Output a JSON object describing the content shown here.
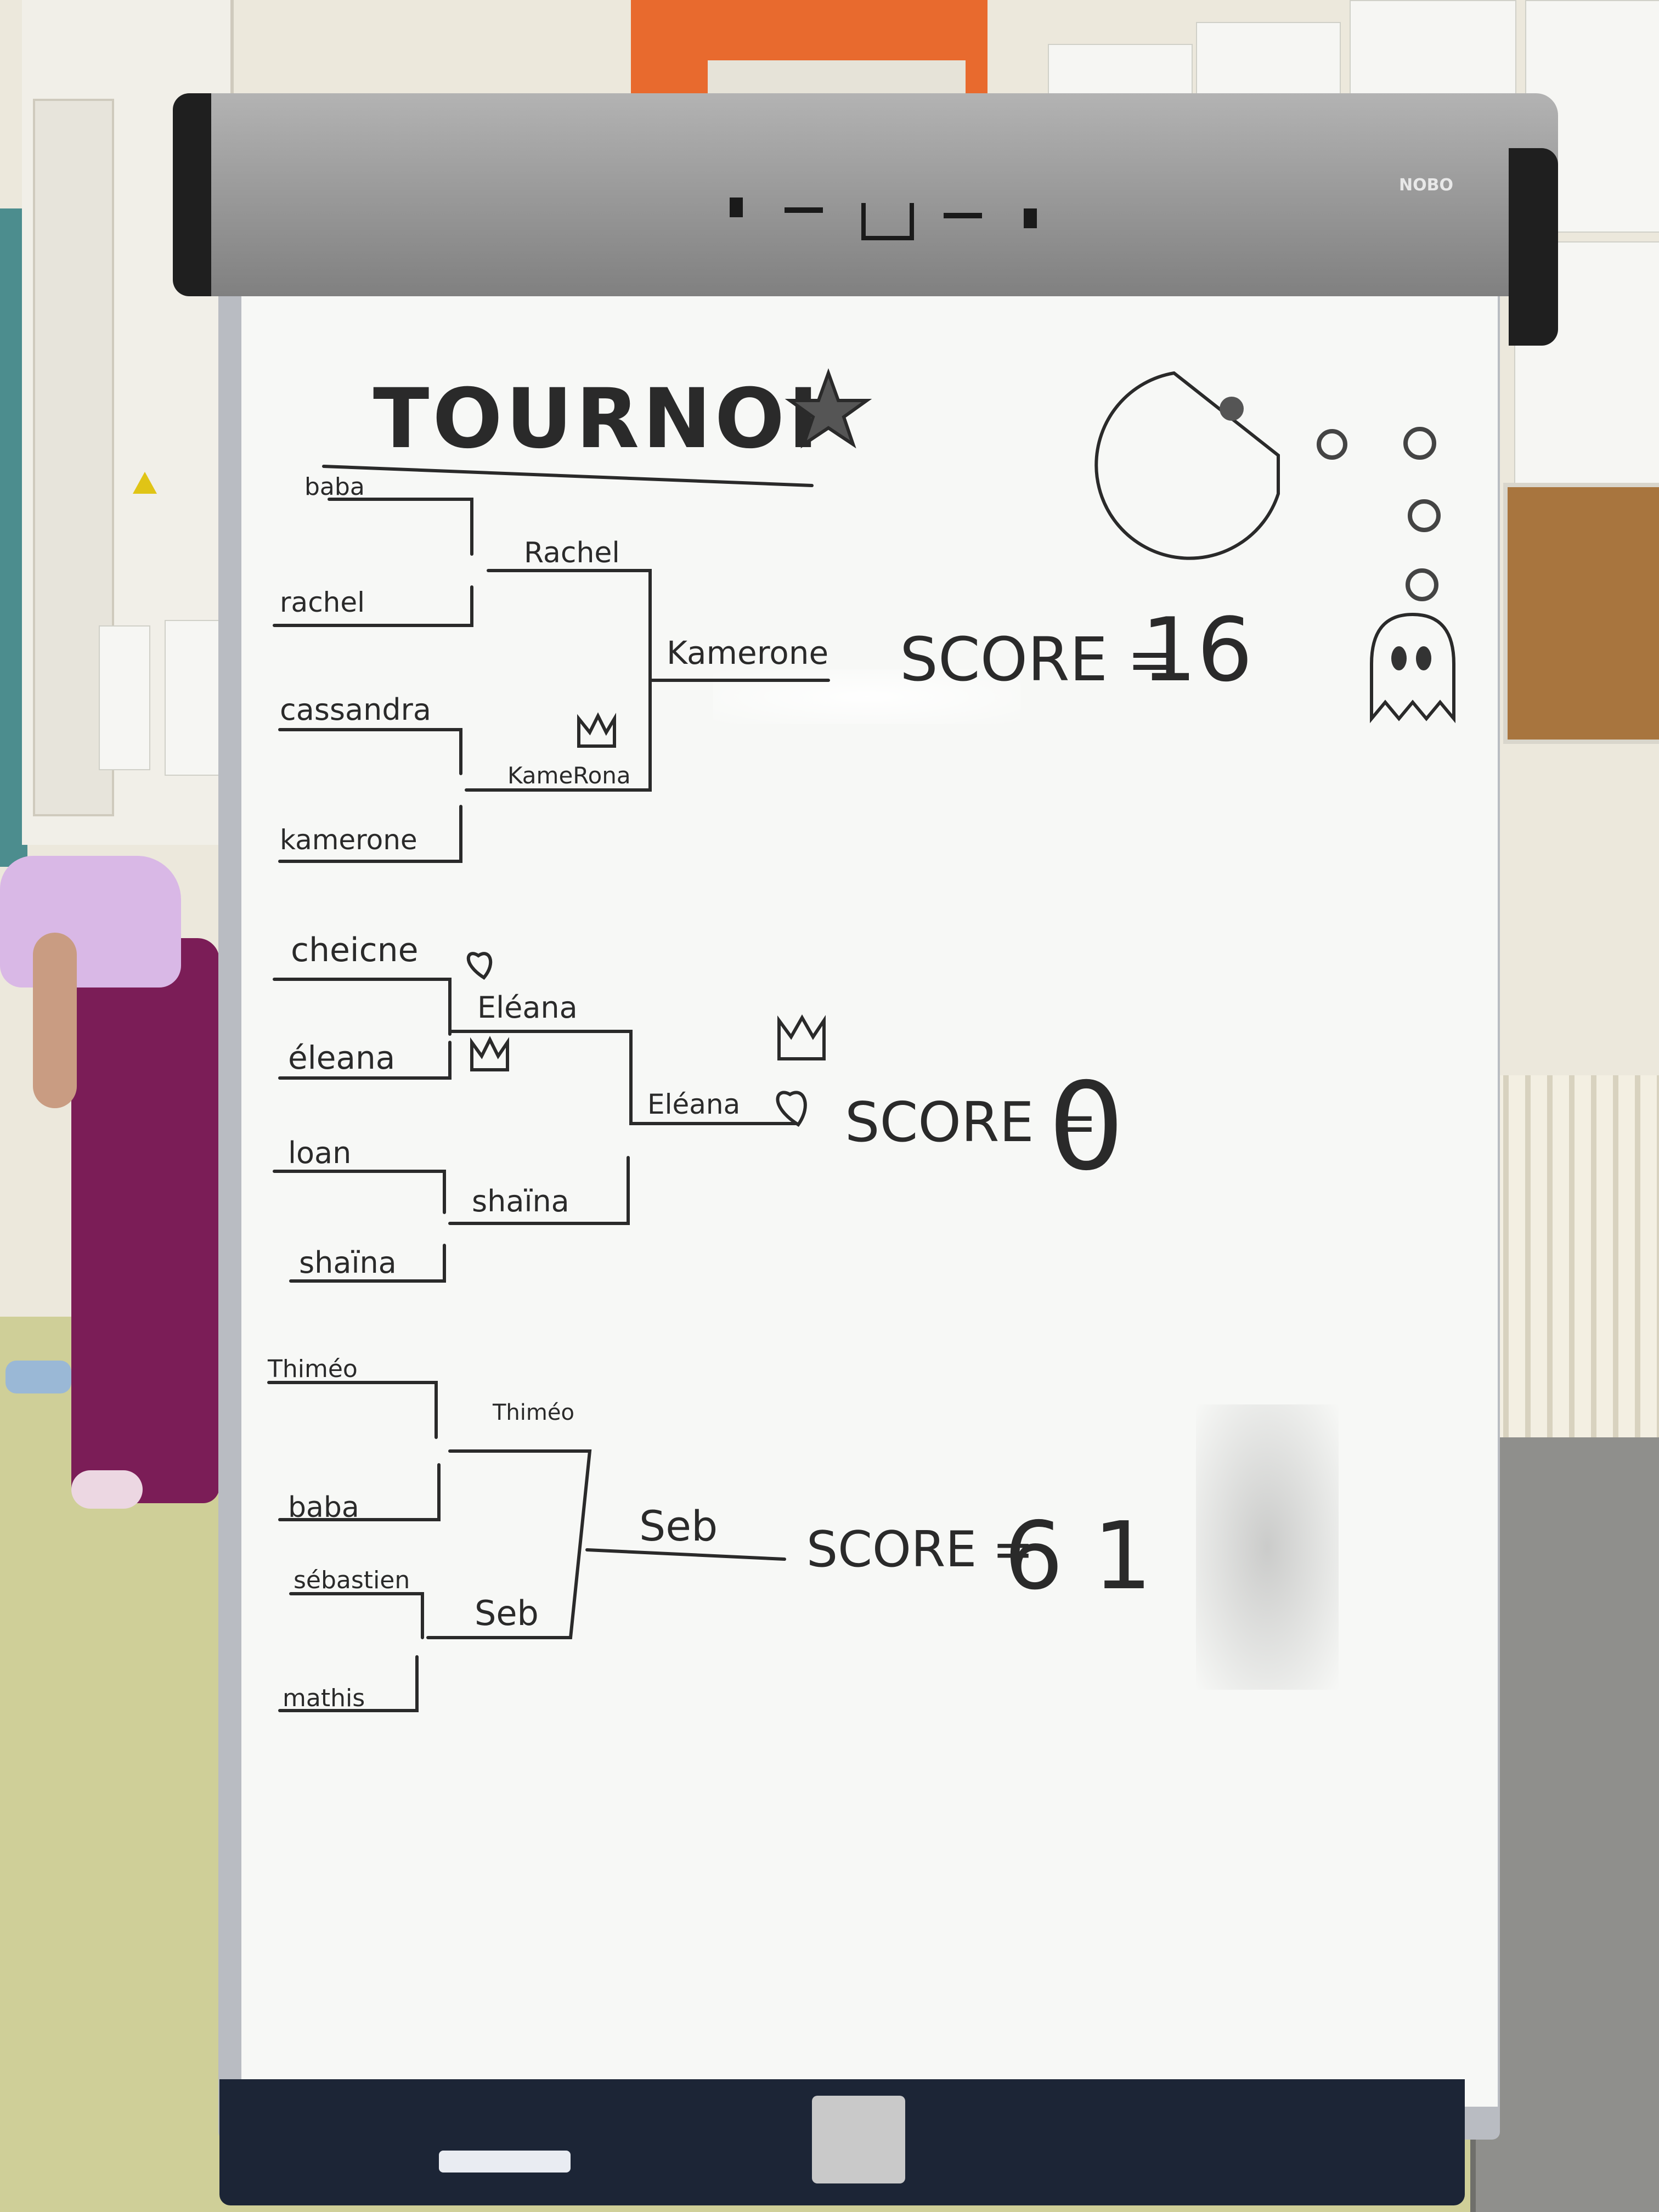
{
  "board": {
    "title": "TOURNOI",
    "brand": "NOBO"
  },
  "bracket_1": {
    "round1": [
      "baba",
      "rachel",
      "cassandra",
      "kamerone"
    ],
    "round2": [
      "Rachel",
      "KameRona"
    ],
    "winner": "Kamerone",
    "score_label": "SCORE =",
    "score_value": "16"
  },
  "bracket_2": {
    "round1": [
      "cheicne",
      "éleana",
      "loan",
      "shaïna"
    ],
    "round2": [
      "Eléana",
      "shaïna"
    ],
    "winner": "Eléana",
    "score_label": "SCORE =",
    "score_value": "0"
  },
  "bracket_3": {
    "round1": [
      "Thiméo",
      "baba",
      "sébastien",
      "mathis"
    ],
    "round2": [
      "Thiméo",
      "Seb"
    ],
    "winner": "Seb",
    "score_label": "SCORE =",
    "score_value": "6 1"
  },
  "colors": {
    "ink": "#2a2a2a",
    "board": "#f7f8f6",
    "frame": "#b9bcc2"
  },
  "icons": [
    "star-icon",
    "pacman-icon",
    "ghost-icon",
    "crown-icon",
    "heart-icon"
  ]
}
